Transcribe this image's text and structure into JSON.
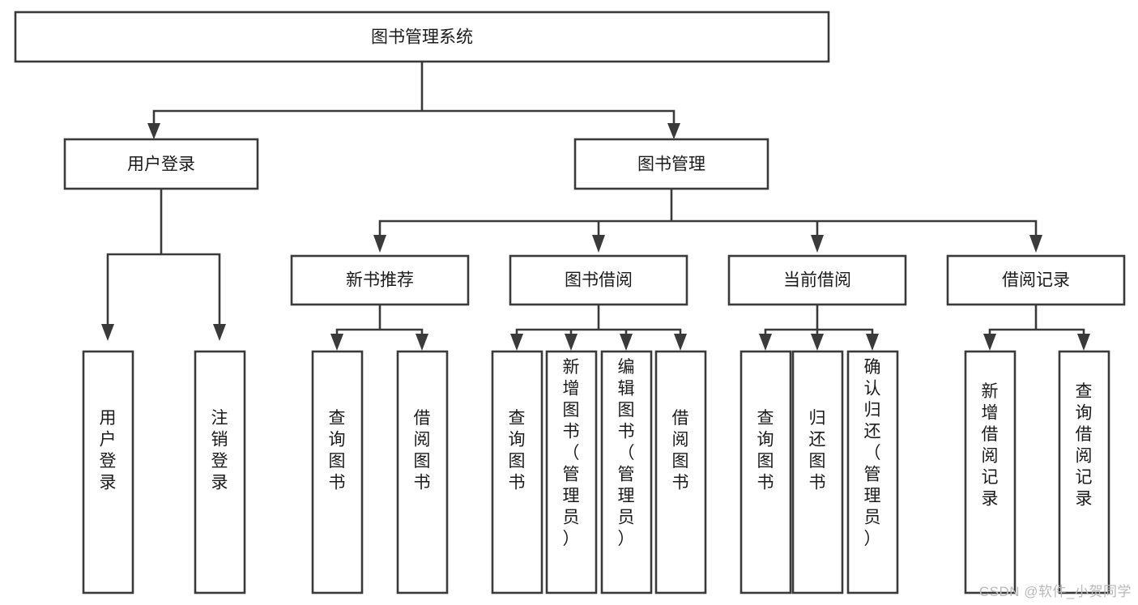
{
  "diagram": {
    "title": "图书管理系统",
    "watermark": "CSDN @软件_小贺同学",
    "levels": {
      "root": {
        "label": "图书管理系统"
      },
      "level2": [
        {
          "id": "user-login",
          "label": "用户登录"
        },
        {
          "id": "book-management",
          "label": "图书管理"
        }
      ],
      "level3": [
        {
          "id": "new-book-recommend",
          "label": "新书推荐"
        },
        {
          "id": "book-borrow",
          "label": "图书借阅"
        },
        {
          "id": "current-borrow",
          "label": "当前借阅"
        },
        {
          "id": "borrow-record",
          "label": "借阅记录"
        }
      ],
      "leaves": {
        "user-login": [
          {
            "id": "leaf-user-login",
            "label": "用户登录"
          },
          {
            "id": "leaf-logout-login",
            "label": "注销登录"
          }
        ],
        "new-book-recommend": [
          {
            "id": "leaf-query-book-1",
            "label": "查询图书"
          },
          {
            "id": "leaf-borrow-book-1",
            "label": "借阅图书"
          }
        ],
        "book-borrow": [
          {
            "id": "leaf-query-book-2",
            "label": "查询图书"
          },
          {
            "id": "leaf-add-book-admin",
            "label": "新增图书（管理员）"
          },
          {
            "id": "leaf-edit-book-admin",
            "label": "编辑图书（管理员）"
          },
          {
            "id": "leaf-borrow-book-2",
            "label": "借阅图书"
          }
        ],
        "current-borrow": [
          {
            "id": "leaf-query-book-3",
            "label": "查询图书"
          },
          {
            "id": "leaf-return-book",
            "label": "归还图书"
          },
          {
            "id": "leaf-confirm-return-admin",
            "label": "确认归还（管理员）"
          }
        ],
        "borrow-record": [
          {
            "id": "leaf-add-borrow-record",
            "label": "新增借阅记录"
          },
          {
            "id": "leaf-query-borrow-record",
            "label": "查询借阅记录"
          }
        ]
      }
    },
    "colors": {
      "stroke": "#3a3a3a",
      "fill": "#ffffff",
      "text": "#1b1b1b",
      "watermark": "#b9b9b9"
    }
  }
}
